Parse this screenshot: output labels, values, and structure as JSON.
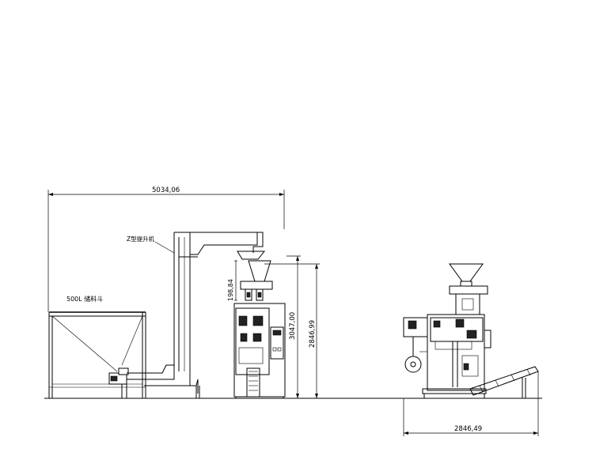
{
  "drawing": {
    "dimensions": {
      "overall_width": "5034,06",
      "side_width": "2846,49",
      "height_total": "2846,99",
      "height_machine": "3047,00",
      "height_hopper": "198,84"
    },
    "labels": {
      "elevator": "Z型提升机",
      "storage_hopper": "500L 储料斗"
    },
    "colors": {
      "line": "#000000",
      "background": "#ffffff"
    }
  }
}
